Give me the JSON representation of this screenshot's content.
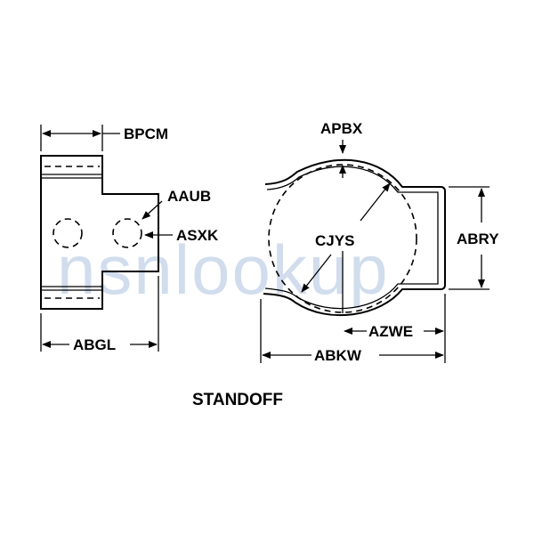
{
  "labels": {
    "bpcm": "BPCM",
    "aaub": "AAUB",
    "asxk": "ASXK",
    "abgl": "ABGL",
    "apbx": "APBX",
    "cjys": "CJYS",
    "abry": "ABRY",
    "azwe": "AZWE",
    "abkw": "ABKW"
  },
  "title": "STANDOFF",
  "watermark": "nsnlookup"
}
